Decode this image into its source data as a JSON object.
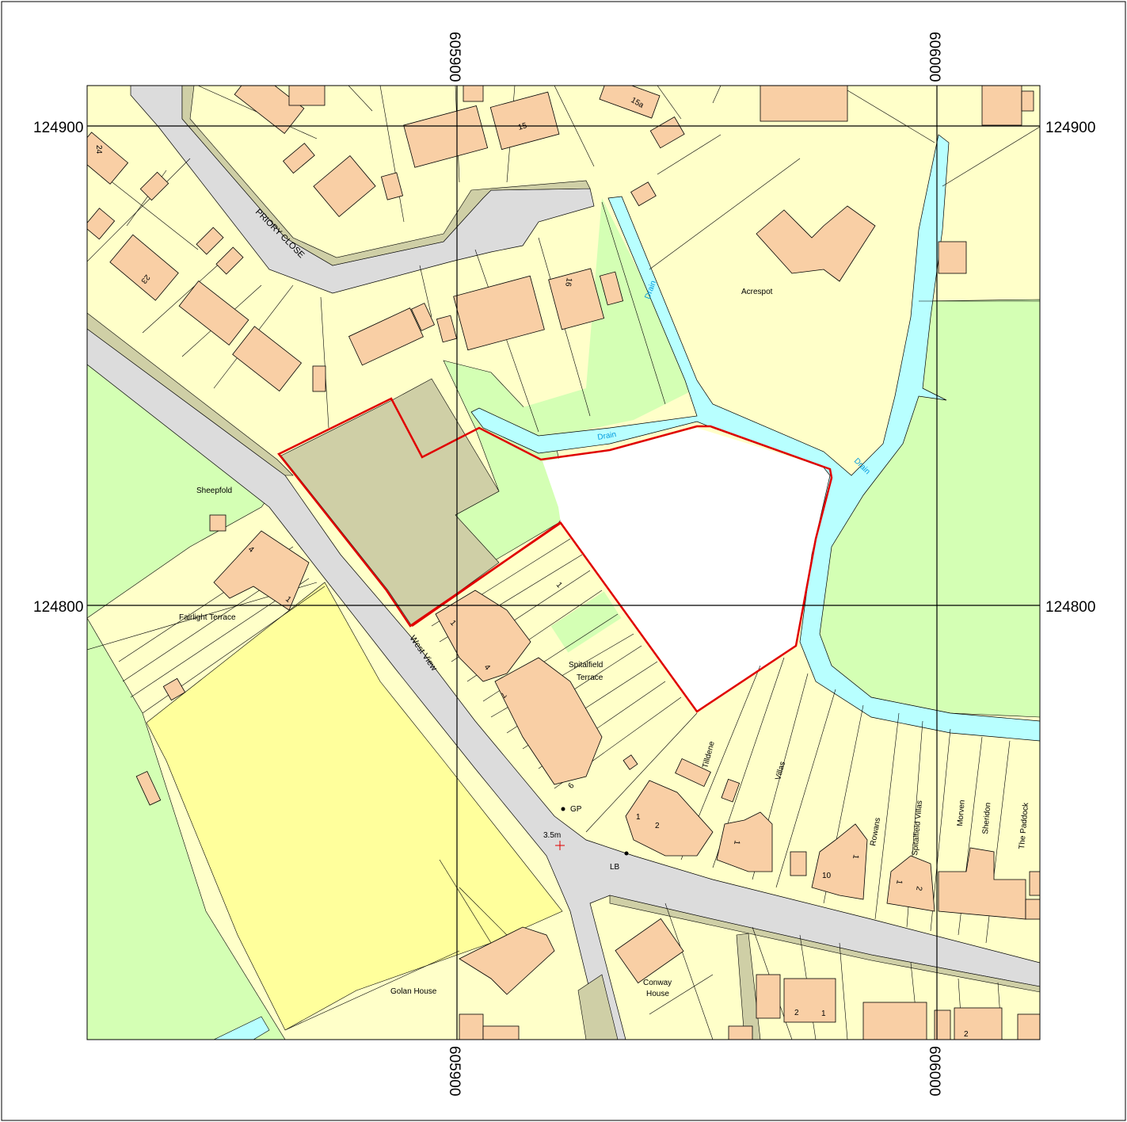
{
  "grid": {
    "eastings": [
      "605900",
      "606000"
    ],
    "northings": [
      "124900",
      "124800"
    ]
  },
  "colors": {
    "land": "#ffffc9",
    "grass": "#d4ffb4",
    "road": "#dcdcdc",
    "pavement": "#cfcfa6",
    "building": "#f9cfa5",
    "water": "#b8ffff",
    "field": "#ffff9c",
    "boundary": "#e00000"
  },
  "roads": {
    "priory_close": "PRIORY CLOSE",
    "west_view": "West View",
    "lb": "LB",
    "gp": "GP",
    "spot_height": "3.5m"
  },
  "places": {
    "acrespot": "Acrespot",
    "sheepfold": "Sheepfold",
    "fairlight_terrace": "Fairlight Terrace",
    "spitalfield_terrace_1": "Spitalfield",
    "spitalfield_terrace_2": "Terrace",
    "tilldene": "Tilldene",
    "villas": "Villas",
    "rowans": "Rowans",
    "spitalfield_villas": "Spitalfield Villas",
    "morven": "Morven",
    "sheridon": "Sheridon",
    "the_paddock": "The Paddock",
    "conway_1": "Conway",
    "conway_2": "House",
    "golan_house": "Golan House",
    "drain": "Drain"
  },
  "house_numbers": {
    "n24": "24",
    "n23": "23",
    "n15": "15",
    "n15a": "15a",
    "n16": "16",
    "n4a": "4",
    "n1a": "1",
    "n1b": "1",
    "n4b": "4",
    "n7": "7",
    "n9": "9",
    "n1c": "1",
    "n1d": "1",
    "n2a": "2",
    "n1e": "1",
    "n10": "10",
    "n1f": "1",
    "n1g": "1",
    "n2b": "2",
    "n2c": "2",
    "n1h": "1",
    "n2d": "2"
  }
}
